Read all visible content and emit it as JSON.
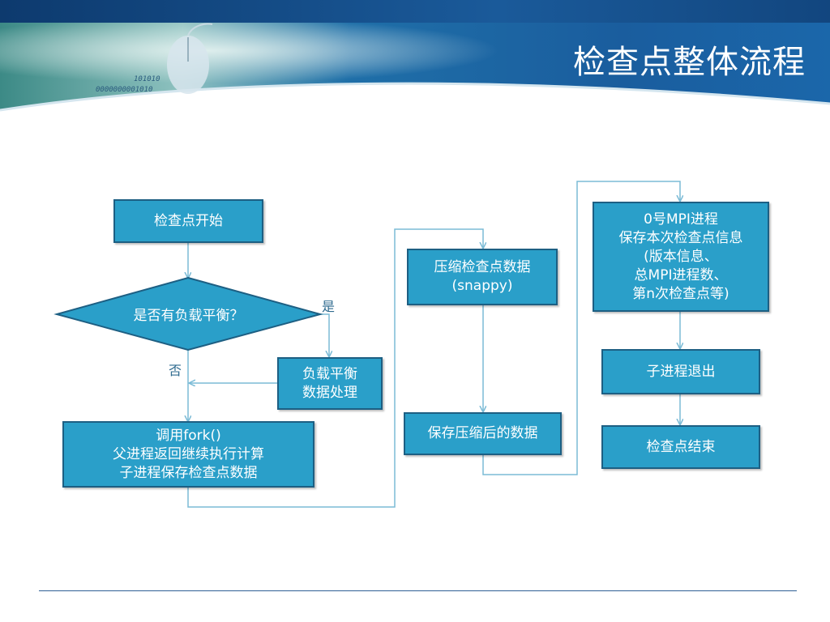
{
  "title": "检查点整体流程",
  "banner_text": [
    "101010",
    "0000000001010"
  ],
  "nodes": {
    "start": "检查点开始",
    "decision": "是否有负载平衡？",
    "load_balance": [
      "负载平衡",
      "数据处理"
    ],
    "fork": [
      "调用fork()",
      "父进程返回继续执行计算",
      "子进程保存检查点数据"
    ],
    "compress": [
      "压缩检查点数据",
      "(snappy)"
    ],
    "save_compressed": "保存压缩后的数据",
    "mpi0": [
      "0号MPI进程",
      "保存本次检查点信息",
      "(版本信息、",
      "总MPI进程数、",
      "第n次检查点等)"
    ],
    "child_exit": "子进程退出",
    "end": "检查点结束"
  },
  "edge_labels": {
    "yes": "是",
    "no": "否"
  },
  "colors": {
    "node_fill": "#2a9fc9",
    "node_border": "#1d5f83",
    "edge": "#7bbbd6",
    "title": "#ffffff"
  }
}
